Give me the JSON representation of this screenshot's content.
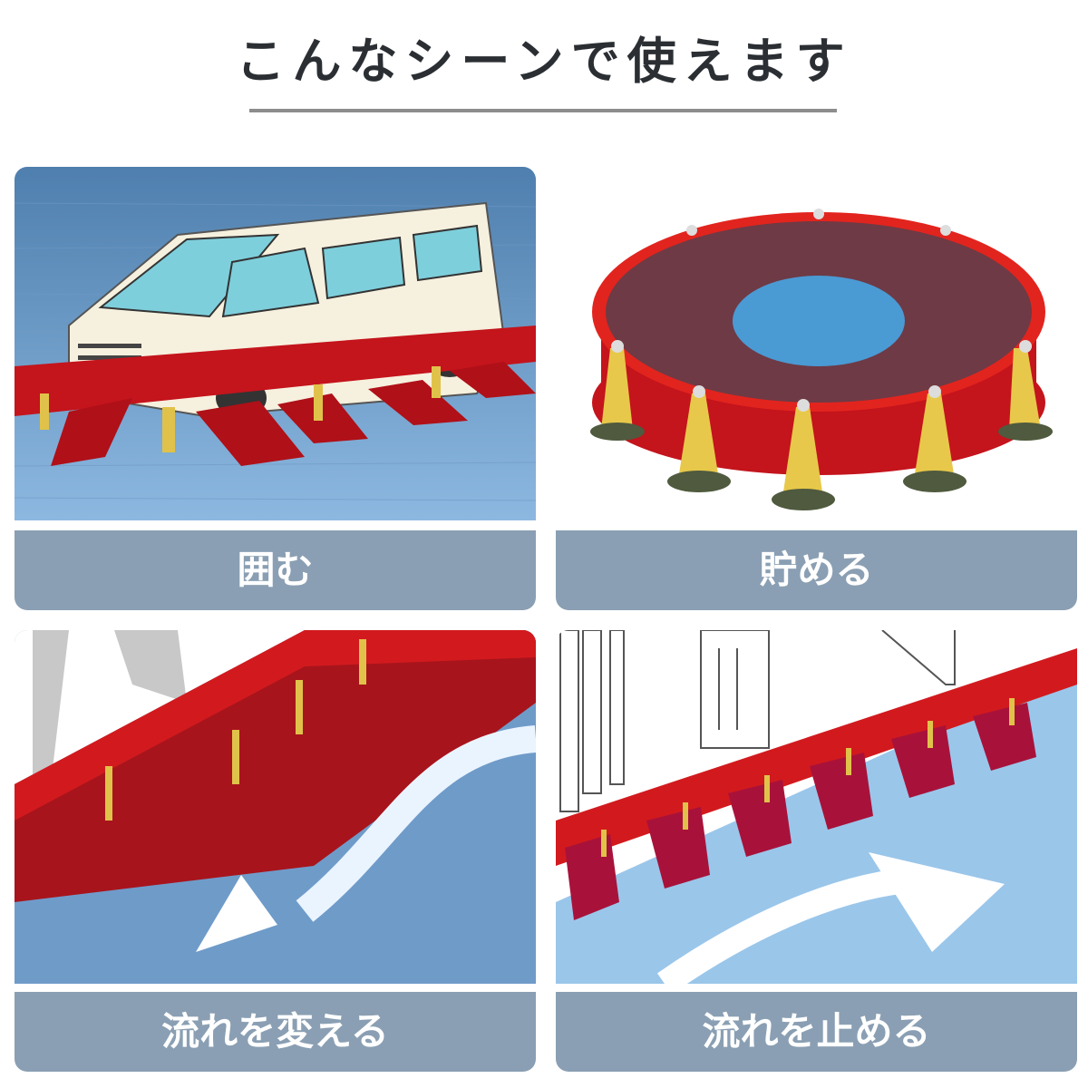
{
  "header": {
    "title": "こんなシーンで使えます"
  },
  "scenes": [
    {
      "label": "囲む",
      "illustration": "van-surrounded-by-red-barrier-in-flood"
    },
    {
      "label": "貯める",
      "illustration": "circular-red-barrier-holding-water"
    },
    {
      "label": "流れを変える",
      "illustration": "barrier-diverting-water-flow-arrow"
    },
    {
      "label": "流れを止める",
      "illustration": "barrier-blocking-water-at-building"
    }
  ],
  "colors": {
    "label_bg": "#8a9fb3",
    "title_text": "#2b2f33",
    "rule": "#8d8d8d",
    "barrier_red": "#d0141e",
    "water_blue": "#8fbfe6"
  }
}
